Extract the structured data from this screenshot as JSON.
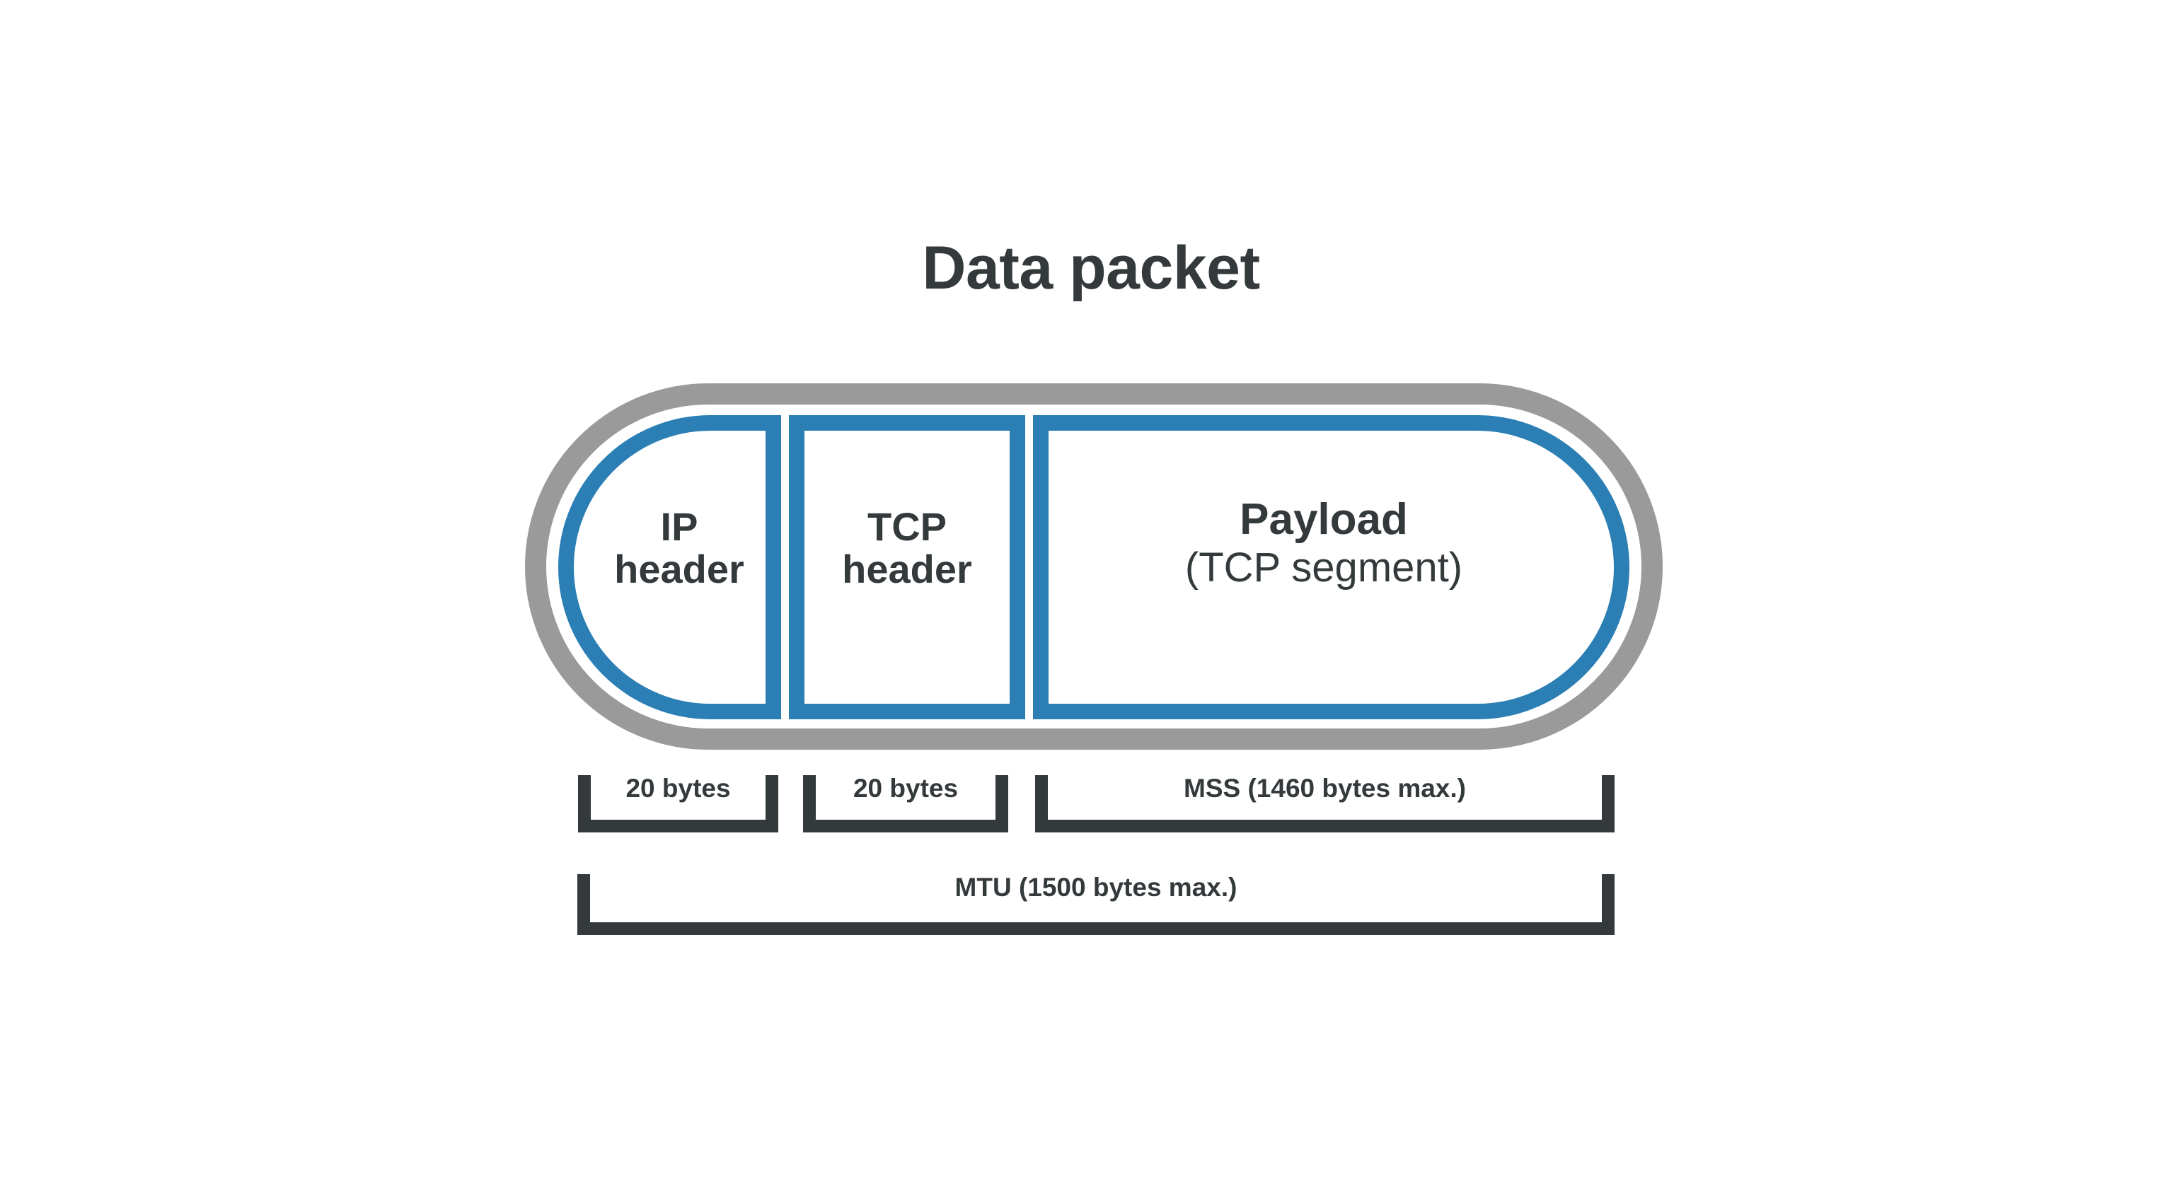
{
  "title": "Data packet",
  "colors": {
    "outer_capsule": "#9a9a9a",
    "inner_blue": "#2b7fb5",
    "text": "#343a3c",
    "bracket": "#343a3c",
    "background": "#ffffff"
  },
  "packet": {
    "segments": [
      {
        "id": "ip-header",
        "line1": "IP",
        "line2": "header"
      },
      {
        "id": "tcp-header",
        "line1": "TCP",
        "line2": "header"
      },
      {
        "id": "payload",
        "line1": "Payload",
        "line2": "(TCP segment)"
      }
    ]
  },
  "measurements": [
    {
      "id": "ip-size",
      "label": "20 bytes"
    },
    {
      "id": "tcp-size",
      "label": "20 bytes"
    },
    {
      "id": "mss",
      "label": "MSS (1460 bytes max.)"
    },
    {
      "id": "mtu",
      "label": "MTU (1500 bytes max.)"
    }
  ]
}
